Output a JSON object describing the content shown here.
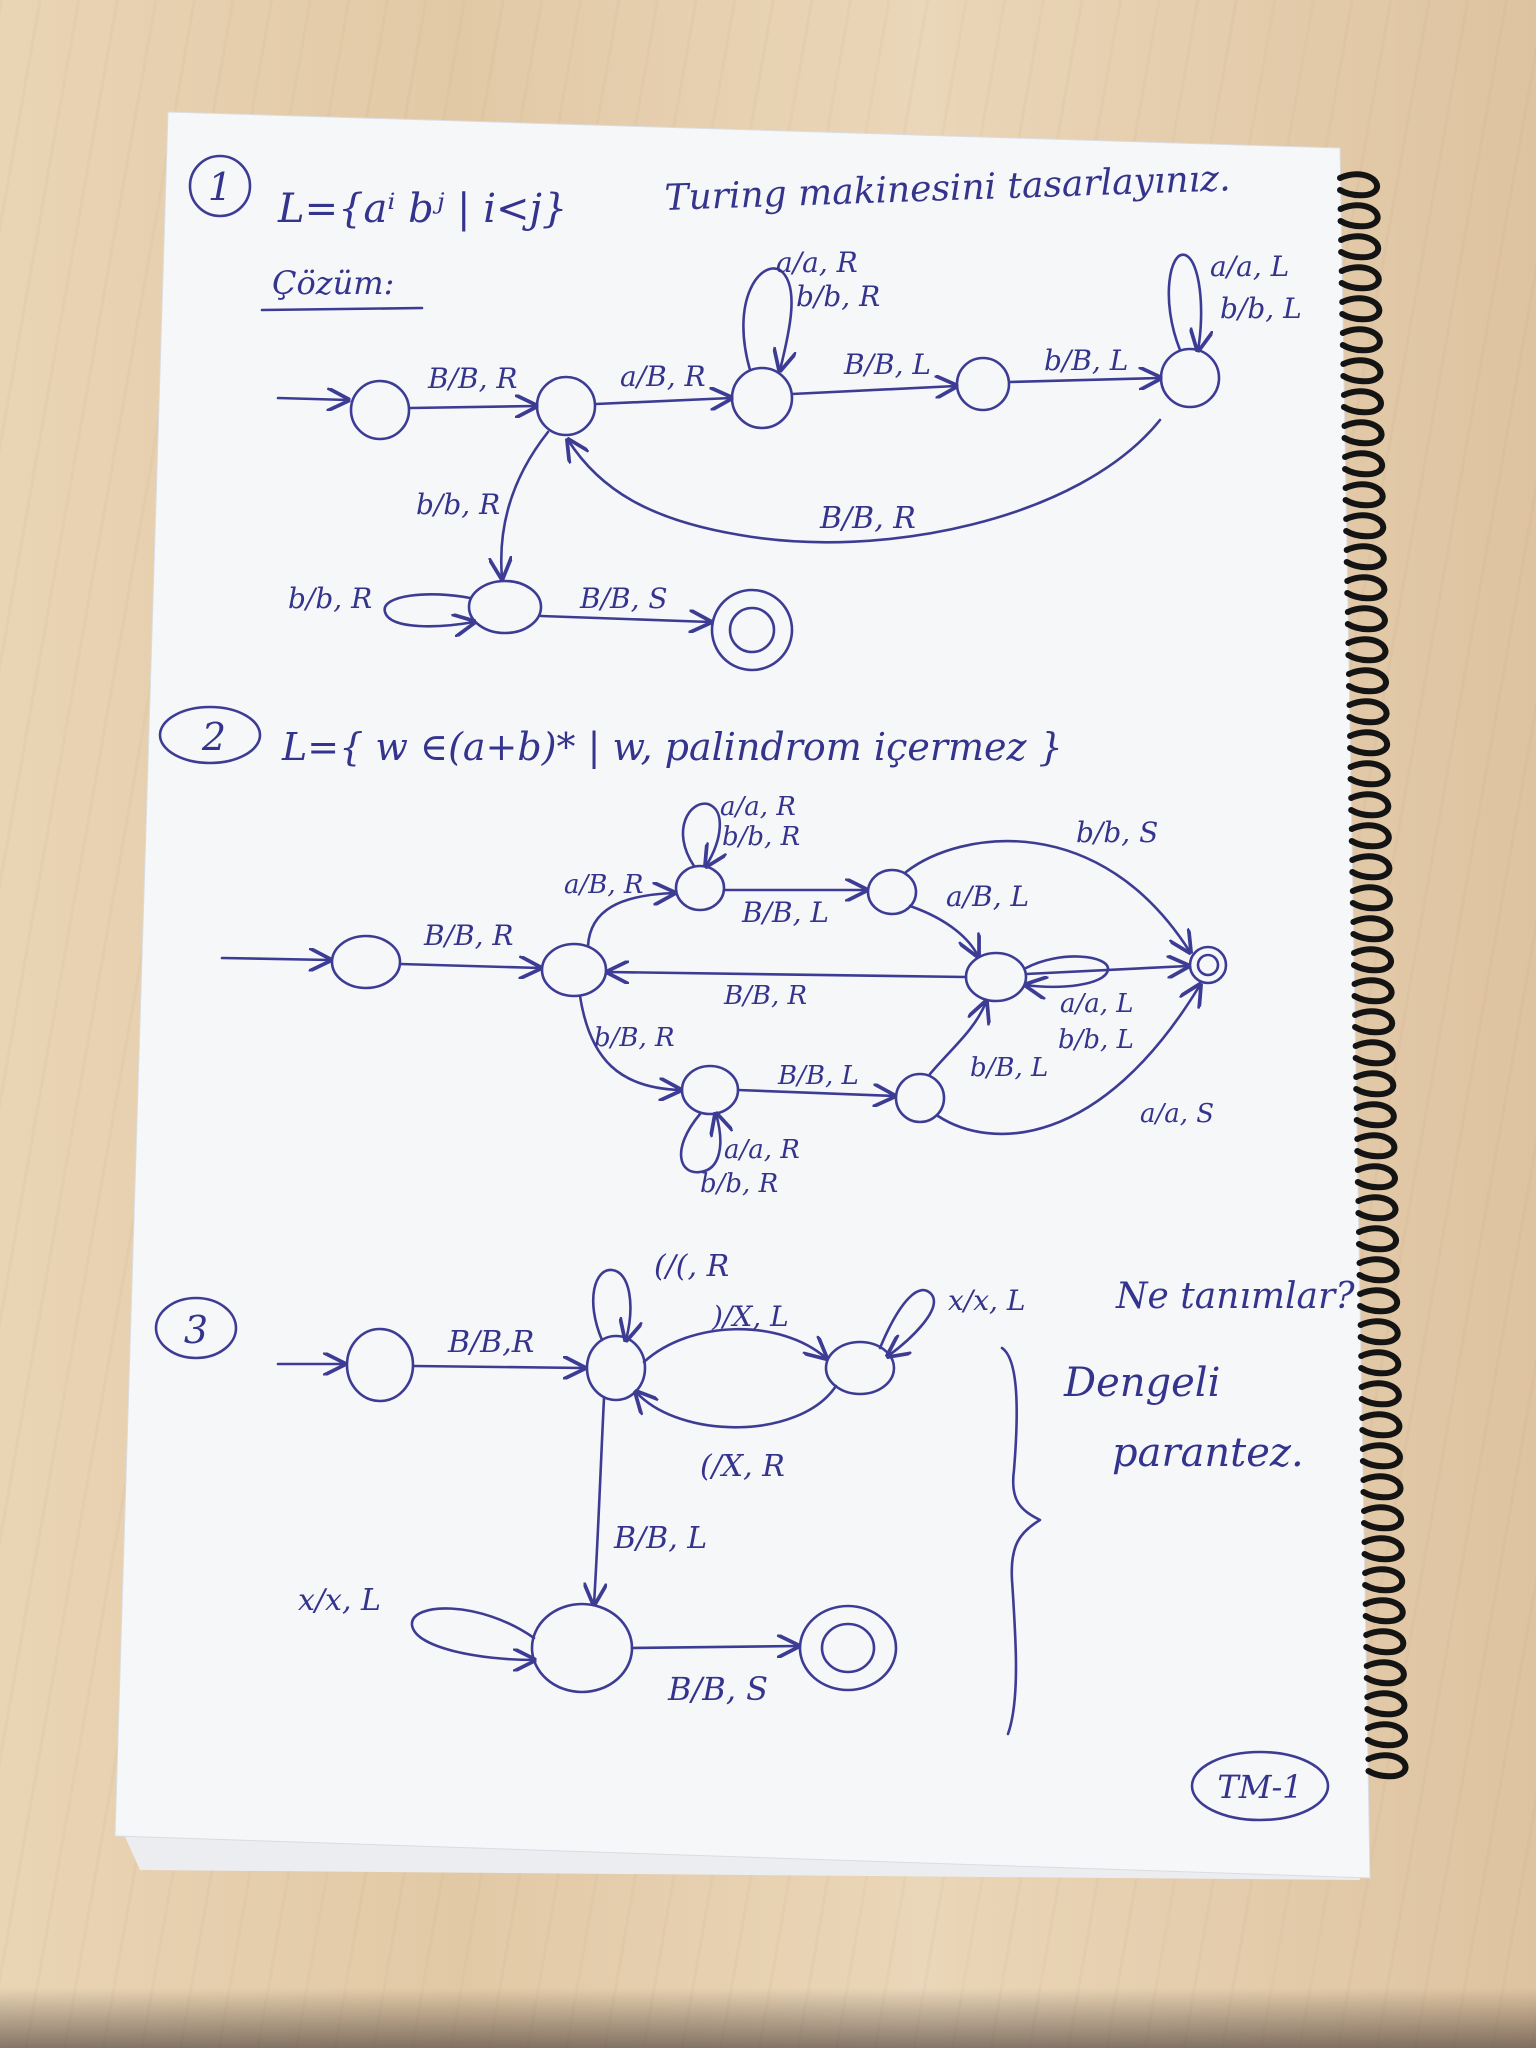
{
  "problem1": {
    "number": "1",
    "formula": "L={aⁱ bʲ | i<j}",
    "instruction": "Turing makinesini tasarlayınız.",
    "solution_label": "Çözüm:",
    "transitions": [
      "B/B, R",
      "a/B, R",
      "a/a, R",
      "b/b, R",
      "B/B, L",
      "b/B, L",
      "a/a, L",
      "b/b, L",
      "B/B, R",
      "b/b, R",
      "b/b, R",
      "B/B, S"
    ]
  },
  "problem2": {
    "number": "2",
    "formula": "L={ w ∈(a+b)* | w, palindrom içermez }",
    "transitions": [
      "a/a, R",
      "b/b, R",
      "B/B, R",
      "a/B, R",
      "B/B, L",
      "b/b, S",
      "a/B, L",
      "B/B, R",
      "a/a, L",
      "b/b, L",
      "b/B, R",
      "B/B, L",
      "b/B, L",
      "a/a, S",
      "a/a, R",
      "b/b, R"
    ]
  },
  "problem3": {
    "number": "3",
    "transitions": [
      "(/(, R",
      ")/X, L",
      "x/x, L",
      "B/B,R",
      "(/X, R",
      "B/B, L",
      "x/x, L",
      "B/B, S"
    ],
    "question": "Ne tanımlar?",
    "answer_line1": "Dengeli",
    "answer_line2": "parantez."
  },
  "page_tag": "TM-1"
}
